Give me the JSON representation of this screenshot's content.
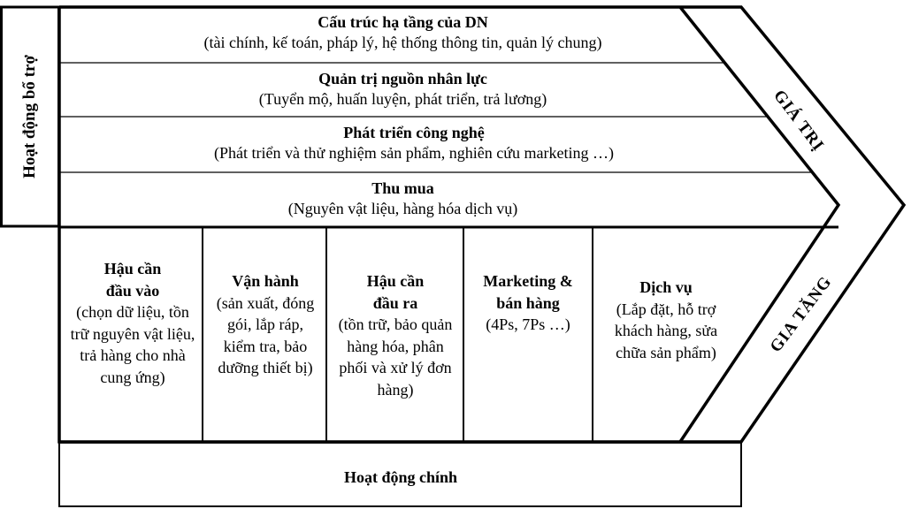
{
  "support": {
    "label": "Hoạt động bổ trợ",
    "rows": [
      {
        "title": "Cấu trúc hạ tầng của DN",
        "desc": "(tài chính, kế toán, pháp lý, hệ thống thông tin, quản lý chung)"
      },
      {
        "title": "Quản trị nguồn nhân lực",
        "desc": "(Tuyển mộ, huấn luyện, phát triển, trả lương)"
      },
      {
        "title": "Phát triển công nghệ",
        "desc": "(Phát triển và thử nghiệm sản phẩm, nghiên cứu marketing …)"
      },
      {
        "title": "Thu mua",
        "desc": "(Nguyên vật liệu, hàng hóa dịch vụ)"
      }
    ]
  },
  "primary": {
    "label": "Hoạt động chính",
    "columns": [
      {
        "title": "Hậu cần\nđầu vào",
        "desc": "(chọn dữ liệu, tồn trữ nguyên vật liệu, trả hàng cho nhà cung ứng)"
      },
      {
        "title": "Vận hành",
        "desc": "(sản xuất, đóng gói, lắp ráp, kiểm tra, bảo dưỡng thiết bị)"
      },
      {
        "title": "Hậu cần\nđầu ra",
        "desc": "(tồn trữ, bảo quản hàng hóa, phân phối và xử lý đơn hàng)"
      },
      {
        "title": "Marketing &\nbán hàng",
        "desc": "(4Ps, 7Ps …)"
      },
      {
        "title": "Dịch vụ",
        "desc": "(Lắp đặt, hỗ trợ khách hàng, sửa chữa sản phẩm)"
      }
    ]
  },
  "margin": {
    "top": "GIÁ TRỊ",
    "bottom": "GIA TĂNG"
  }
}
